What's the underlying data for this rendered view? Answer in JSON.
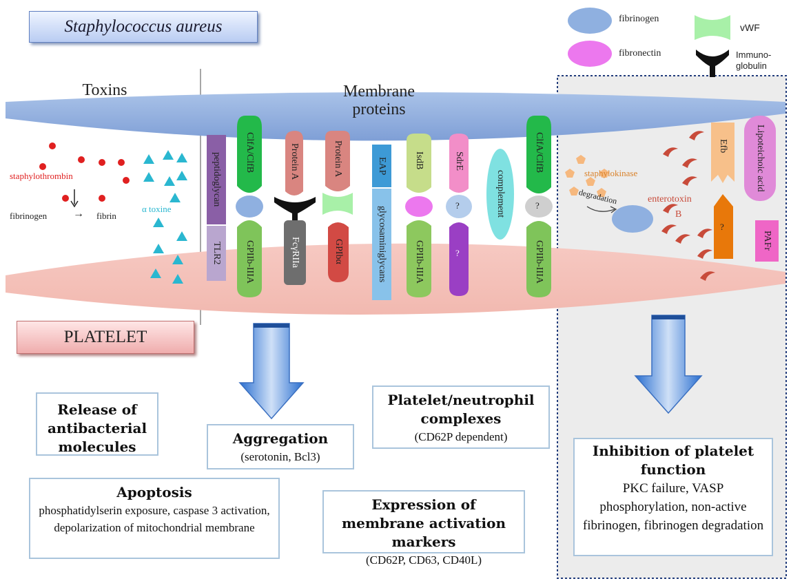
{
  "title": "Staphylococcus aureus",
  "platelet_label": "PLATELET",
  "sections": {
    "toxins": "Toxins",
    "membrane_proteins": "Membrane proteins"
  },
  "legend": [
    {
      "label": "fibrinogen",
      "color": "#8fb0e0"
    },
    {
      "label": "fibronectin",
      "color": "#ec78ee"
    },
    {
      "label": "vWF",
      "color": "#a8f0a8"
    },
    {
      "label": "Immuno-globulin",
      "color": "#111111"
    }
  ],
  "toxins": {
    "staphylothrombin": "staphylothrombin",
    "fibrinogen": "fibrinogen",
    "arrow": "→",
    "fibrin": "fibrin",
    "alpha_toxin": "α toxine",
    "colors": {
      "staphylothrombin": "#e02020",
      "alpha_toxin": "#2ab7d0"
    }
  },
  "proteins": {
    "peptidoglycan": "peptidoglycan",
    "tlr2": "TLR2",
    "clfa_1": "ClfA/ClfB",
    "gpiib_1": "GPIIb-IIIA",
    "protein_a_1": "Protein A",
    "fcgr": "FcγRIIa",
    "protein_a_2": "Protein A",
    "gpib": "GPIbα",
    "eap": "EAP",
    "gag": "glycosaminiglycans",
    "isdb": "IsdB",
    "gpiib_2": "GPIIb-IIIA",
    "sdre": "SdrE",
    "q1": "?",
    "q2": "?",
    "complement": "complement",
    "clfa_2": "ClfA/ClfB",
    "q3": "?",
    "gpiib_3": "GPIIb-IIIA"
  },
  "right_panel": {
    "staphylokinase": "staphylokinase",
    "degradation": "degradation",
    "enterotoxin": "enterotoxin",
    "enterotoxin_b": "B",
    "efb": "Efb",
    "lipoteichoic": "Lipoteichoic acid",
    "pafr": "PAFr",
    "q": "?"
  },
  "outcomes": {
    "release": {
      "title": "Release of antibacterial molecules"
    },
    "aggregation": {
      "title": "Aggregation",
      "detail": "(serotonin, Bcl3)"
    },
    "complexes": {
      "title": "Platelet/neutrophil complexes",
      "detail": "(CD62P dependent)"
    },
    "apoptosis": {
      "title": "Apoptosis",
      "detail": "phosphatidylserin exposure, caspase 3 activation, depolarization of mitochondrial membrane"
    },
    "expression": {
      "title": "Expression of membrane activation markers",
      "detail": "(CD62P,  CD63, CD40L)"
    },
    "inhibition": {
      "title": "Inhibition of platelet function",
      "detail": "PKC failure, VASP phosphorylation, non-active fibrinogen, fibrinogen degradation"
    }
  }
}
